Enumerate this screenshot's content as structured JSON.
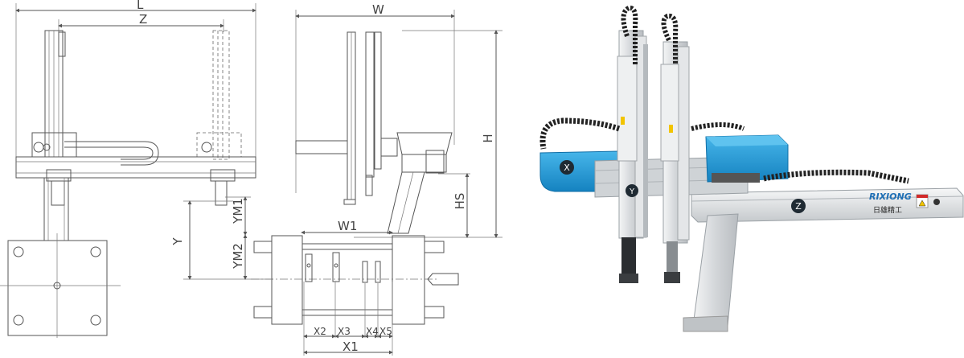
{
  "dimensions": {
    "L": "L",
    "Z": "Z",
    "W": "W",
    "H": "H",
    "HS": "HS",
    "W1": "W1",
    "Y": "Y",
    "YM1": "YM1",
    "YM2": "YM2",
    "X1": "X1",
    "X2": "X2",
    "X3": "X3",
    "X4": "X4",
    "X5": "X5"
  },
  "product": {
    "brand": "RIXIONG",
    "brand_cn": "日雄精工",
    "axis_marks": [
      "X",
      "Y",
      "Z"
    ],
    "colors": {
      "blue": "#1f9bd7",
      "silver": "#d8dadc",
      "chain": "#222222",
      "yellow": "#f2c400",
      "red": "#d22b2b"
    }
  }
}
